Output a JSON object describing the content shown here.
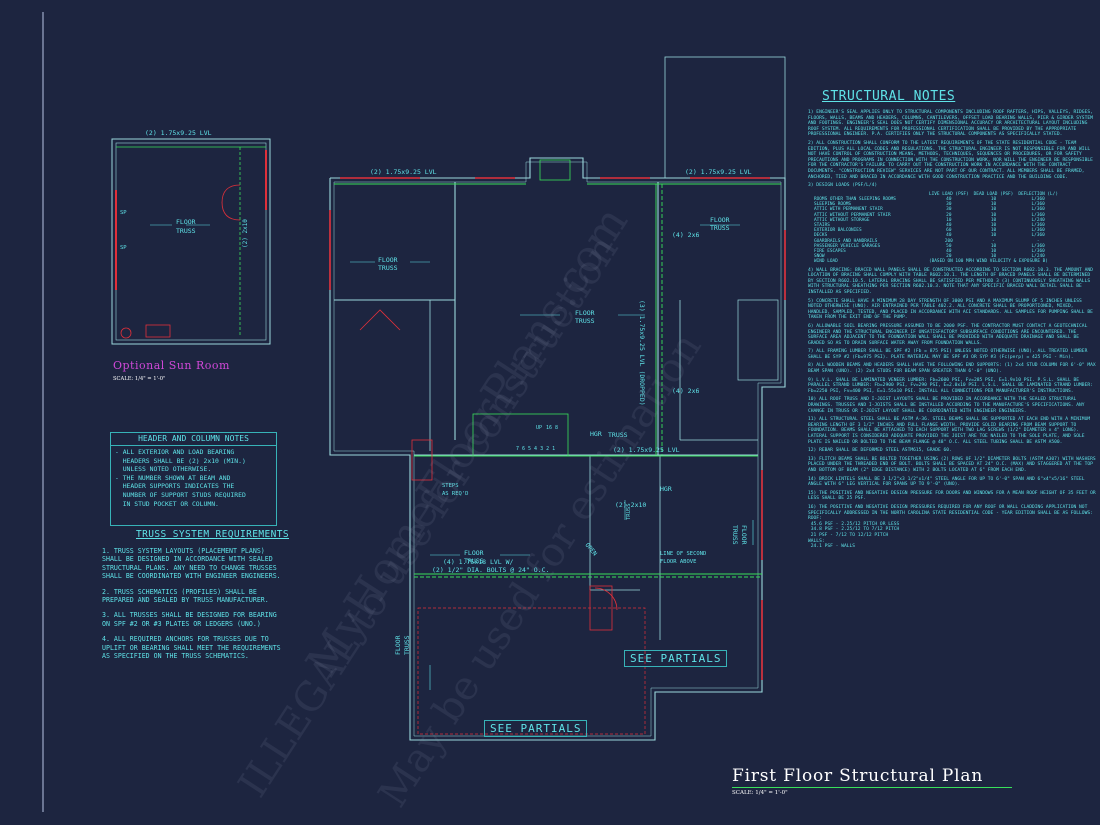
{
  "structural_notes": {
    "title": "STRUCTURAL NOTES",
    "paragraphs": [
      "1) ENGINEER'S SEAL APPLIES ONLY TO STRUCTURAL COMPONENTS INCLUDING ROOF RAFTERS, HIPS, VALLEYS, RIDGES, FLOORS, WALLS, BEAMS AND HEADERS, COLUMNS, CANTILEVERS, OFFSET LOAD BEARING WALLS, PIER & GIRDER SYSTEM AND FOOTINGS. ENGINEER'S SEAL DOES NOT CERTIFY DIMENSIONAL ACCURACY OR ARCHITECTURAL LAYOUT INCLUDING ROOF SYSTEM. ALL REQUIREMENTS FOR PROFESSIONAL CERTIFICATION SHALL BE PROVIDED BY THE APPROPRIATE PROFESSIONAL ENGINEER. P.A. CERTIFIES ONLY THE STRUCTURAL COMPONENTS AS SPECIFICALLY STATED.",
      "2) ALL CONSTRUCTION SHALL CONFORM TO THE LATEST REQUIREMENTS OF THE STATE RESIDENTIAL CODE - TEAM EDITION, PLUS ALL LOCAL CODES AND REGULATIONS. THE STRUCTURAL ENGINEER IS NOT RESPONSIBLE FOR AND WILL NOT HAVE CONTROL OF CONSTRUCTION MEANS, METHODS, TECHNIQUES, SEQUENCES OR PROCEDURES, OR FOR SAFETY PRECAUTIONS AND PROGRAMS IN CONNECTION WITH THE CONSTRUCTION WORK, NOR WILL THE ENGINEER BE RESPONSIBLE FOR THE CONTRACTOR'S FAILURE TO CARRY OUT THE CONSTRUCTION WORK IN ACCORDANCE WITH THE CONTRACT DOCUMENTS. \"CONSTRUCTION REVIEW\" SERVICES ARE NOT PART OF OUR CONTRACT. ALL MEMBERS SHALL BE FRAMED, ANCHORED, TIED AND BRACED IN ACCORDANCE WITH GOOD CONSTRUCTION PRACTICE AND THE BUILDING CODE.",
      "3) DESIGN LOADS (PSF/L/4)",
      "4) WALL BRACING: BRACED WALL PANELS SHALL BE CONSTRUCTED ACCORDING TO SECTION R602.10.3. THE AMOUNT AND LOCATION OF BRACING SHALL COMPLY WITH TABLE R602.10.1. THE LENGTH OF BRACED PANELS SHALL BE DETERMINED BY SECTION R602.10.5. LATERAL BRACING SHALL BE SATISFIED PER METHOD 3 (3) CONTINUOUSLY SHEATHING WALLS WITH STRUCTURAL SHEATHING PER SECTION R602.10.3. NOTE THAT ANY SPECIFIC BRACED WALL DETAIL SHALL BE INSTALLED AS SPECIFIED.",
      "5) CONCRETE SHALL HAVE A MINIMUM 28 DAY STRENGTH OF 3000 PSI AND A MAXIMUM SLUMP OF 5 INCHES UNLESS NOTED OTHERWISE (UNO). AIR ENTRAINED PER TABLE 402.2. ALL CONCRETE SHALL BE PROPORTIONED, MIXED, HANDLED, SAMPLED, TESTED, AND PLACED IN ACCORDANCE WITH ACI STANDARDS. ALL SAMPLES FOR PUMPING SHALL BE TAKEN FROM THE EXIT END OF THE PUMP.",
      "6) ALLOWABLE SOIL BEARING PRESSURE ASSUMED TO BE 2000 PSF. THE CONTRACTOR MUST CONTACT A GEOTECHNICAL ENGINEER AND THE STRUCTURAL ENGINEER IF UNSATISFACTORY SUBSURFACE CONDITIONS ARE ENCOUNTERED. THE SURFACE AREA ADJACENT TO THE FOUNDATION WALL SHALL BE PROVIDED WITH ADEQUATE DRAINAGE AND SHALL BE GRADED SO AS TO DRAIN SURFACE WATER AWAY FROM FOUNDATION WALLS.",
      "7) ALL FRAMING LUMBER SHALL BE SPF #2 (Fb = 875 PSI) UNLESS NOTED OTHERWISE (UNO). ALL TREATED LUMBER SHALL BE SYP #2 (Fb=975 PSI). PLATE MATERIAL MAY BE SPF #3 OR SYP #3 (Fc(perp) = 425 PSI - Min).",
      "8) ALL WOODEN BEAMS AND HEADERS SHALL HAVE THE FOLLOWING END SUPPORTS: (1) 2x4 STUD COLUMN FOR 6'-0\" MAX BEAM SPAN (UNO). (2) 2x4 STUDS FOR BEAM SPAN GREATER THAN 6'-0\" (UNO).",
      "9) L.V.L. SHALL BE LAMINATED VENEER LUMBER: Fb=2600 PSI, Fv=285 PSI, E=1.9x10 PSI. P.S.L. SHALL BE PARALLEL STRAND LUMBER: Fb=2900 PSI, Fv=290 PSI, E=2.0x10 PSI. L.S.L. SHALL BE LAMINATED STRAND LUMBER: Fb=2250 PSI, Fv=400 PSI, E=1.55x10 PSI. INSTALL ALL CONNECTIONS PER MANUFACTURER'S INSTRUCTIONS.",
      "10) ALL ROOF TRUSS AND I-JOIST LAYOUTS SHALL BE PROVIDED IN ACCORDANCE WITH THE SEALED STRUCTURAL DRAWINGS. TRUSSES AND I-JOISTS SHALL BE INSTALLED ACCORDING TO THE MANUFACTURE'S SPECIFICATIONS. ANY CHANGE IN TRUSS OR I-JOIST LAYOUT SHALL BE COORDINATED WITH ENGINEER ENGINEERS.",
      "11) ALL STRUCTURAL STEEL SHALL BE ASTM A-36. STEEL BEAMS SHALL BE SUPPORTED AT EACH END WITH A MINIMUM BEARING LENGTH OF 3 1/2\" INCHES AND FULL FLANGE WIDTH. PROVIDE SOLID BEARING FROM BEAM SUPPORT TO FOUNDATION. BEAMS SHALL BE ATTACHED TO EACH SUPPORT WITH TWO LAG SCREWS (1/2\" DIAMETER x 4\" LONG). LATERAL SUPPORT IS CONSIDERED ADEQUATE PROVIDED THE JOIST ARE TOE NAILED TO THE SOLE PLATE, AND SOLE PLATE IS NAILED OR BOLTED TO THE BEAM FLANGE @ 48\" O.C. ALL STEEL TUBING SHALL BE ASTM A500.",
      "12) REBAR SHALL BE DEFORMED STEEL ASTM615, GRADE 60.",
      "13) FLITCH BEAMS SHALL BE BOLTED TOGETHER USING (2) ROWS OF 1/2\" DIAMETER BOLTS (ASTM A307) WITH WASHERS PLACED UNDER THE THREADED END OF BOLT. BOLTS SHALL BE SPACED AT 24\" O.C. (MAX) AND STAGGERED AT THE TOP AND BOTTOM OF BEAM (2\" EDGE DISTANCE) WITH 2 BOLTS LOCATED AT 6\" FROM EACH END.",
      "14) BRICK LINTELS SHALL BE 3 1/2\"x3 1/2\"x1/4\" STEEL ANGLE FOR UP TO 6'-0\" SPAN AND 6\"x4\"x5/16\" STEEL ANGLE WITH 6\" LEG VERTICAL FOR SPANS UP TO 9'-0\" (UNO).",
      "15) THE POSITIVE AND NEGATIVE DESIGN PRESSURE FOR DOORS AND WINDOWS FOR A MEAN ROOF HEIGHT OF 35 FEET OR LESS SHALL BE 25 PSF.",
      "16) THE POSITIVE AND NEGATIVE DESIGN PRESSURES REQUIRED FOR ANY ROOF OR WALL CLADDING APPLICATION NOT SPECIFICALLY ADDRESSED IN THE NORTH CAROLINA STATE RESIDENTIAL CODE - YEAR EDITION SHALL BE AS FOLLOWS:\nROOF:\n 45.6 PSF - 2.25/12 PITCH OR LESS\n 34.8 PSF - 2.25/12 TO 7/12 PITCH\n 21 PSF - 7/12 TO 12/12 PITCH\nWALLS:\n 24.1 PSF - WALLS"
    ],
    "loads_header": [
      "",
      "LIVE LOAD (PSF)",
      "DEAD LOAD (PSF)",
      "DEFLECTION (L/)"
    ],
    "loads": [
      [
        "ROOMS OTHER THAN SLEEPING ROOMS",
        "40",
        "10",
        "L/360"
      ],
      [
        "SLEEPING ROOMS",
        "30",
        "10",
        "L/360"
      ],
      [
        "ATTIC WITH PERMANENT STAIR",
        "30",
        "10",
        "L/360"
      ],
      [
        "ATTIC WITHOUT PERMANENT STAIR",
        "20",
        "10",
        "L/360"
      ],
      [
        "ATTIC WITHOUT STORAGE",
        "10",
        "10",
        "L/240"
      ],
      [
        "STAIRS",
        "40",
        "10",
        "L/360"
      ],
      [
        "EXTERIOR BALCONIES",
        "60",
        "10",
        "L/360"
      ],
      [
        "DECKS",
        "40",
        "10",
        "L/360"
      ],
      [
        "GUARDRAILS AND HANDRAILS",
        "200",
        "-",
        "-"
      ],
      [
        "PASSENGER VEHICLE GARAGES",
        "50",
        "10",
        "L/360"
      ],
      [
        "FIRE ESCAPES",
        "40",
        "10",
        "L/360"
      ],
      [
        "SNOW",
        "20",
        "10",
        "L/240"
      ],
      [
        "WIND LOAD",
        "(BASED ON 100 MPH WIND VELOCITY & EXPOSURE B)",
        "",
        ""
      ]
    ]
  },
  "header_notes": {
    "title": "HEADER AND COLUMN NOTES",
    "body": "- ALL EXTERIOR AND LOAD BEARING\n  HEADERS SHALL BE (2) 2x10 (MIN.)\n  UNLESS NOTED OTHERWISE.\n- THE NUMBER SHOWN AT BEAM AND\n  HEADER SUPPORTS INDICATES THE\n  NUMBER OF SUPPORT STUDS REQUIRED\n  IN STUD POCKET OR COLUMN."
  },
  "truss_requirements": {
    "title": "TRUSS SYSTEM REQUIREMENTS",
    "items": [
      "1. TRUSS SYSTEM LAYOUTS (PLACEMENT PLANS) SHALL BE DESIGNED IN ACCORDANCE WITH SEALED STRUCTURAL PLANS. ANY NEED TO CHANGE TRUSSES SHALL BE COORDINATED WITH ENGINEER ENGINEERS.",
      "2. TRUSS SCHEMATICS (PROFILES) SHALL BE PREPARED AND SEALED BY TRUSS MANUFACTURER.",
      "3. ALL TRUSSES SHALL BE DESIGNED FOR BEARING ON SPF #2 OR #3 PLATES OR LEDGERS (UNO.)",
      "4. ALL REQUIRED ANCHORS FOR TRUSSES DUE TO UPLIFT OR BEARING SHALL MEET THE REQUIREMENTS AS SPECIFIED ON THE TRUSS SCHEMATICS."
    ]
  },
  "sun_room": {
    "title": "Optional Sun Room",
    "scale": "SCALE: 1/4\" = 1'-0\"",
    "beam_label": "(2) 1.75x9.25 LVL",
    "right_label": "(2) 2x10",
    "floor_label": "FLOOR",
    "truss_label": "TRUSS",
    "sp": "SP"
  },
  "plan": {
    "title": "First Floor Structural Plan",
    "scale": "SCALE: 1/4\" = 1'-0\"",
    "labels": {
      "lvl_top_left": "(2) 1.75x9.25 LVL",
      "lvl_top_right": "(2) 1.75x9.25 LVL",
      "lvl_dropped": "(3) 1.75x9.25 LVL (DROPPED)",
      "lvl_mid": "(2) 1.75x9.25 LVL",
      "hdr_2x6_a": "(4) 2x6",
      "hdr_2x6_b": "(4) 2x6",
      "hdr_2x10": "(2) 2x10",
      "beam_main": "(4) 1.75x18 LVL W/",
      "beam_main_2": "(2) 1/2\" DIA. BOLTS @ 24\" O.C.",
      "floor": "FLOOR",
      "truss": "TRUSS",
      "hgr": "HGR",
      "hgr2": "HGR",
      "steps": "STEPS",
      "as_reqd": "AS REQ'D",
      "open": "OPEN",
      "line_second": "LINE OF SECOND",
      "floor_above": "FLOOR ABOVE",
      "up": "UP",
      "stair_nums": "7 6 5 4 3 2 1",
      "stair_top": "16 8"
    },
    "see_partials": "SEE PARTIALS",
    "see_partials_2": "SEE PARTIALS"
  },
  "watermarks": [
    "MyHomeFloorPlans.com",
    "ILLEGAL to use for construction",
    "May be used for estimation"
  ],
  "colors": {
    "background": "#1d2540",
    "cyan": "#5fe3e8",
    "wall": "#9ad8dc",
    "red": "#e0303a",
    "green": "#39e05a",
    "magenta": "#d048d8",
    "white": "#ffffff"
  }
}
